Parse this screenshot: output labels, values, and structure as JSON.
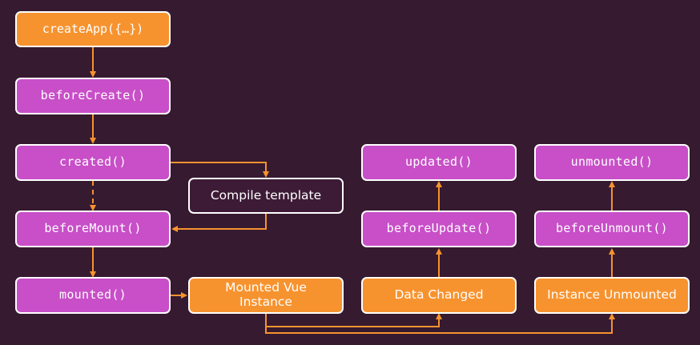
{
  "colors": {
    "background": "#361a30",
    "hook": "#c84fc8",
    "event": "#f7932f",
    "step": "#3d1b36",
    "connector": "#f7932f",
    "border": "#ffffff"
  },
  "nodes": {
    "create_app": "createApp({…})",
    "before_create": "beforeCreate()",
    "created": "created()",
    "compile_template": "Compile template",
    "before_mount": "beforeMount()",
    "mounted": "mounted()",
    "mounted_vue_instance": "Mounted Vue Instance",
    "data_changed": "Data Changed",
    "before_update": "beforeUpdate()",
    "updated": "updated()",
    "instance_unmounted": "Instance Unmounted",
    "before_unmount": "beforeUnmount()",
    "unmounted": "unmounted()"
  }
}
